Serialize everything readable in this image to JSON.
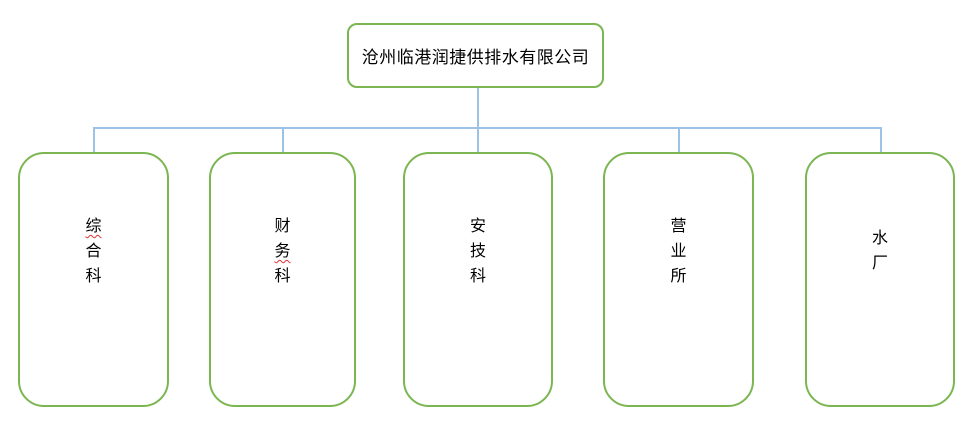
{
  "title": {
    "label": "沧州临港润捷供排水有限公司"
  },
  "departments": [
    {
      "label": "综合科",
      "chars": [
        "综",
        "合",
        "科"
      ],
      "misspell_char_index": 0
    },
    {
      "label": "财务科",
      "chars": [
        "财",
        "务",
        "科"
      ],
      "misspell_char_index": 1
    },
    {
      "label": "安技科",
      "chars": [
        "安",
        "技",
        "科"
      ],
      "misspell_char_index": -1
    },
    {
      "label": "营业所",
      "chars": [
        "营",
        "业",
        "所"
      ],
      "misspell_char_index": -1
    },
    {
      "label": "水厂",
      "chars": [
        "水",
        "厂"
      ],
      "misspell_char_index": -1
    }
  ],
  "colors": {
    "box_border": "#7bb652",
    "connector": "#9cc3e5",
    "text": "#000000",
    "spellcheck_underline": "#e03131"
  }
}
